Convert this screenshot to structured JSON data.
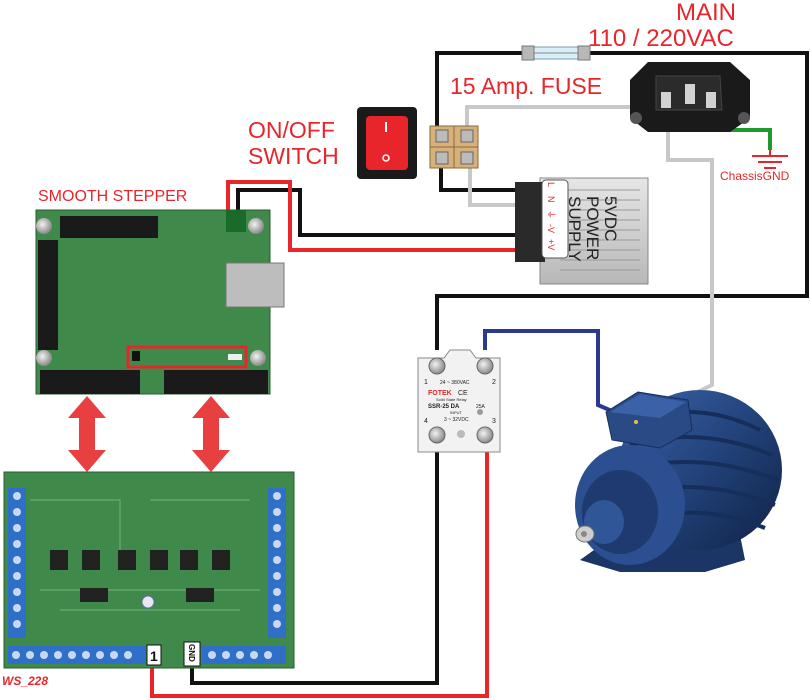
{
  "labels": {
    "main_line1": "MAIN",
    "main_line2": "110 / 220VAC",
    "fuse": "15 Amp. FUSE",
    "switch_line1": "ON/OFF",
    "switch_line2": "SWITCH",
    "smooth_stepper": "SMOOTH STEPPER",
    "chassis_gnd": "ChassisGND",
    "board_id": "WS_228"
  },
  "power_supply": {
    "line1": "5VDC",
    "line2": "POWER",
    "line3": "SUPPLY",
    "terminals": [
      "L",
      "N",
      "⏚",
      "-V",
      "+V"
    ]
  },
  "relay": {
    "brand": "FOTEK",
    "model": "SSR-25 DA",
    "subtitle": "Solid State Relay",
    "current": "25A",
    "load_range": "24 ~ 380VAC",
    "input_range": "3 ~ 32VDC",
    "input_label": "INPUT",
    "pin1": "1",
    "pin2": "2",
    "pin3": "3",
    "pin4": "4",
    "cert": "CE"
  },
  "breakout": {
    "pin1_label": "1",
    "gnd_label": "GND"
  },
  "colors": {
    "label_red": "#e8252a",
    "wire_black": "#111111",
    "wire_red": "#e8252a",
    "wire_gray": "#c8c8c8",
    "wire_blue": "#2a3a8c",
    "wire_green": "#1f9a2a",
    "pcb_green": "#3f8a4a",
    "terminal_blue": "#2f6fc8",
    "motor_blue": "#22427a"
  }
}
